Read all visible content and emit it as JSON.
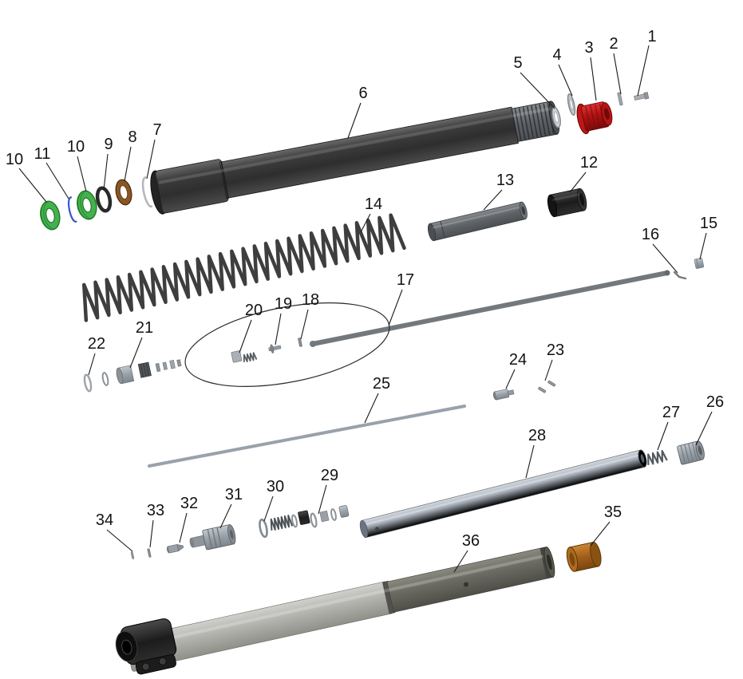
{
  "diagram": {
    "background": "#ffffff",
    "callouts": {
      "c1": "1",
      "c2": "2",
      "c3": "3",
      "c4": "4",
      "c5": "5",
      "c6": "6",
      "c7": "7",
      "c8": "8",
      "c9": "9",
      "c10a": "10",
      "c10b": "10",
      "c11": "11",
      "c12": "12",
      "c13": "13",
      "c14": "14",
      "c15": "15",
      "c16": "16",
      "c17": "17",
      "c18": "18",
      "c19": "19",
      "c20": "20",
      "c21": "21",
      "c22": "22",
      "c23": "23",
      "c24": "24",
      "c25": "25",
      "c26": "26",
      "c27": "27",
      "c28": "28",
      "c29": "29",
      "c30": "30",
      "c31": "31",
      "c32": "32",
      "c33": "33",
      "c34": "34",
      "c35": "35",
      "c36": "36"
    },
    "colors": {
      "red_cap": "#c01616",
      "green_seal": "#44b14e",
      "blue_ring": "#3a55c6",
      "bronze_bushing": "#8a5526",
      "copper_ring": "#b06a1e"
    }
  }
}
